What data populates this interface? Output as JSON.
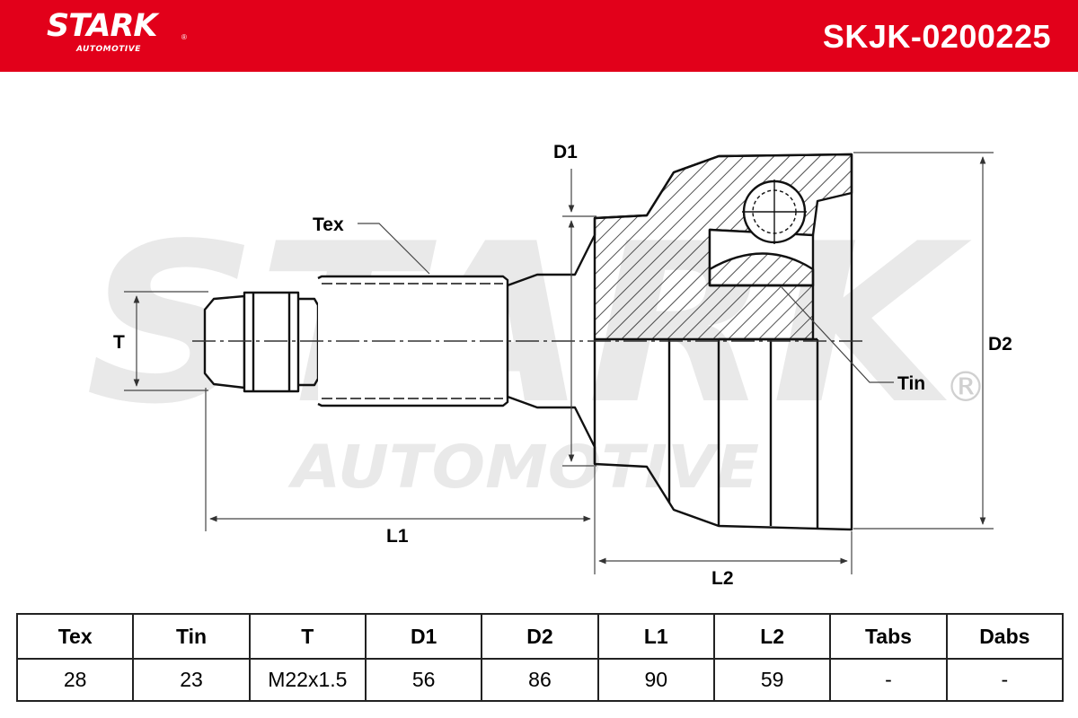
{
  "header": {
    "brand": "STARK",
    "brand_sub": "AUTOMOTIVE",
    "brand_reg": "®",
    "part_number": "SKJK-0200225",
    "bg_color": "#e2001a"
  },
  "drawing": {
    "watermark_main": "STARK",
    "watermark_sub": "AUTOMOTIVE",
    "watermark_reg": "®",
    "labels": {
      "tex": "Tex",
      "tin": "Tin",
      "t": "T",
      "d1": "D1",
      "d2": "D2",
      "l1": "L1",
      "l2": "L2"
    }
  },
  "table": {
    "headers": [
      "Tex",
      "Tin",
      "T",
      "D1",
      "D2",
      "L1",
      "L2",
      "Tabs",
      "Dabs"
    ],
    "values": [
      "28",
      "23",
      "M22x1.5",
      "56",
      "86",
      "90",
      "59",
      "-",
      "-"
    ]
  }
}
